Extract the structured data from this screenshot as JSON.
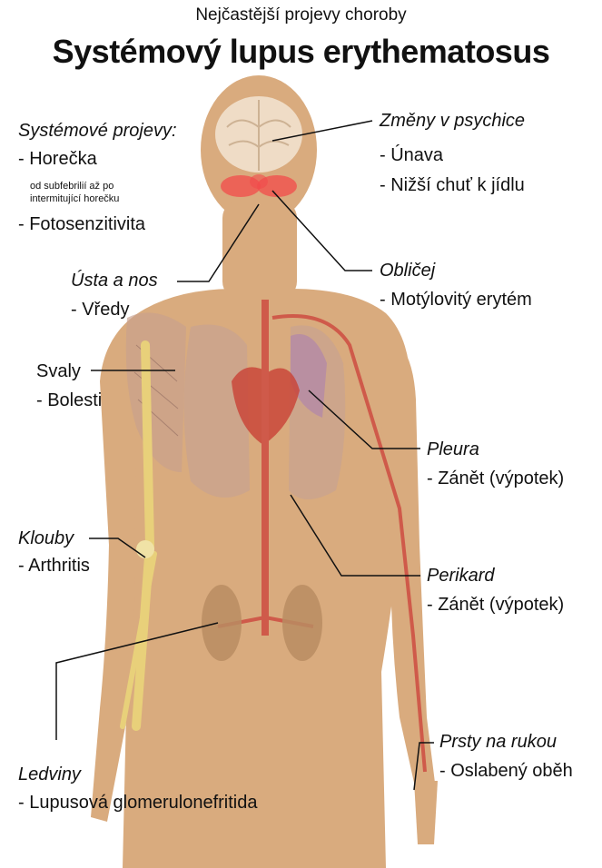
{
  "header": {
    "subtitle": "Nejčastější projevy choroby",
    "title": "Systémový lupus erythematosus"
  },
  "labels": {
    "systemic": {
      "heading": "Systémové projevy:",
      "fever": "- Horečka",
      "fever_note_1": "od subfebrilií až po",
      "fever_note_2": "intermitující horečku",
      "photosensitivity": "- Fotosenzitivita"
    },
    "psyche": {
      "heading": "Změny v psychice",
      "fatigue": "- Únava",
      "appetite": "- Nižší chuť k jídlu"
    },
    "mouth_nose": {
      "heading": "Ústa a nos",
      "ulcers": "- Vředy"
    },
    "face": {
      "heading": "Obličej",
      "rash": "- Motýlovitý erytém"
    },
    "muscles": {
      "heading": "Svaly",
      "pain": "- Bolesti"
    },
    "pleura": {
      "heading": "Pleura",
      "inflammation": "- Zánět (výpotek)"
    },
    "joints": {
      "heading": "Klouby",
      "arthritis": "- Arthritis"
    },
    "pericardium": {
      "heading": "Perikard",
      "inflammation": "- Zánět (výpotek)"
    },
    "fingers": {
      "heading": "Prsty na rukou",
      "circulation": "- Oslabený oběh"
    },
    "kidneys": {
      "heading": "Ledviny",
      "nephritis": "- Lupusová glomerulonefritida"
    }
  },
  "colors": {
    "skin": "#d9ab7e",
    "skin_dark": "#c99a6c",
    "brain": "#efdcc6",
    "rash": "#f24b4b",
    "lung": "#c9a48f",
    "lung_right": "#b48aa6",
    "vessel": "#cf5a4a",
    "kidney": "#b98c62",
    "bone": "#e8d07a"
  }
}
